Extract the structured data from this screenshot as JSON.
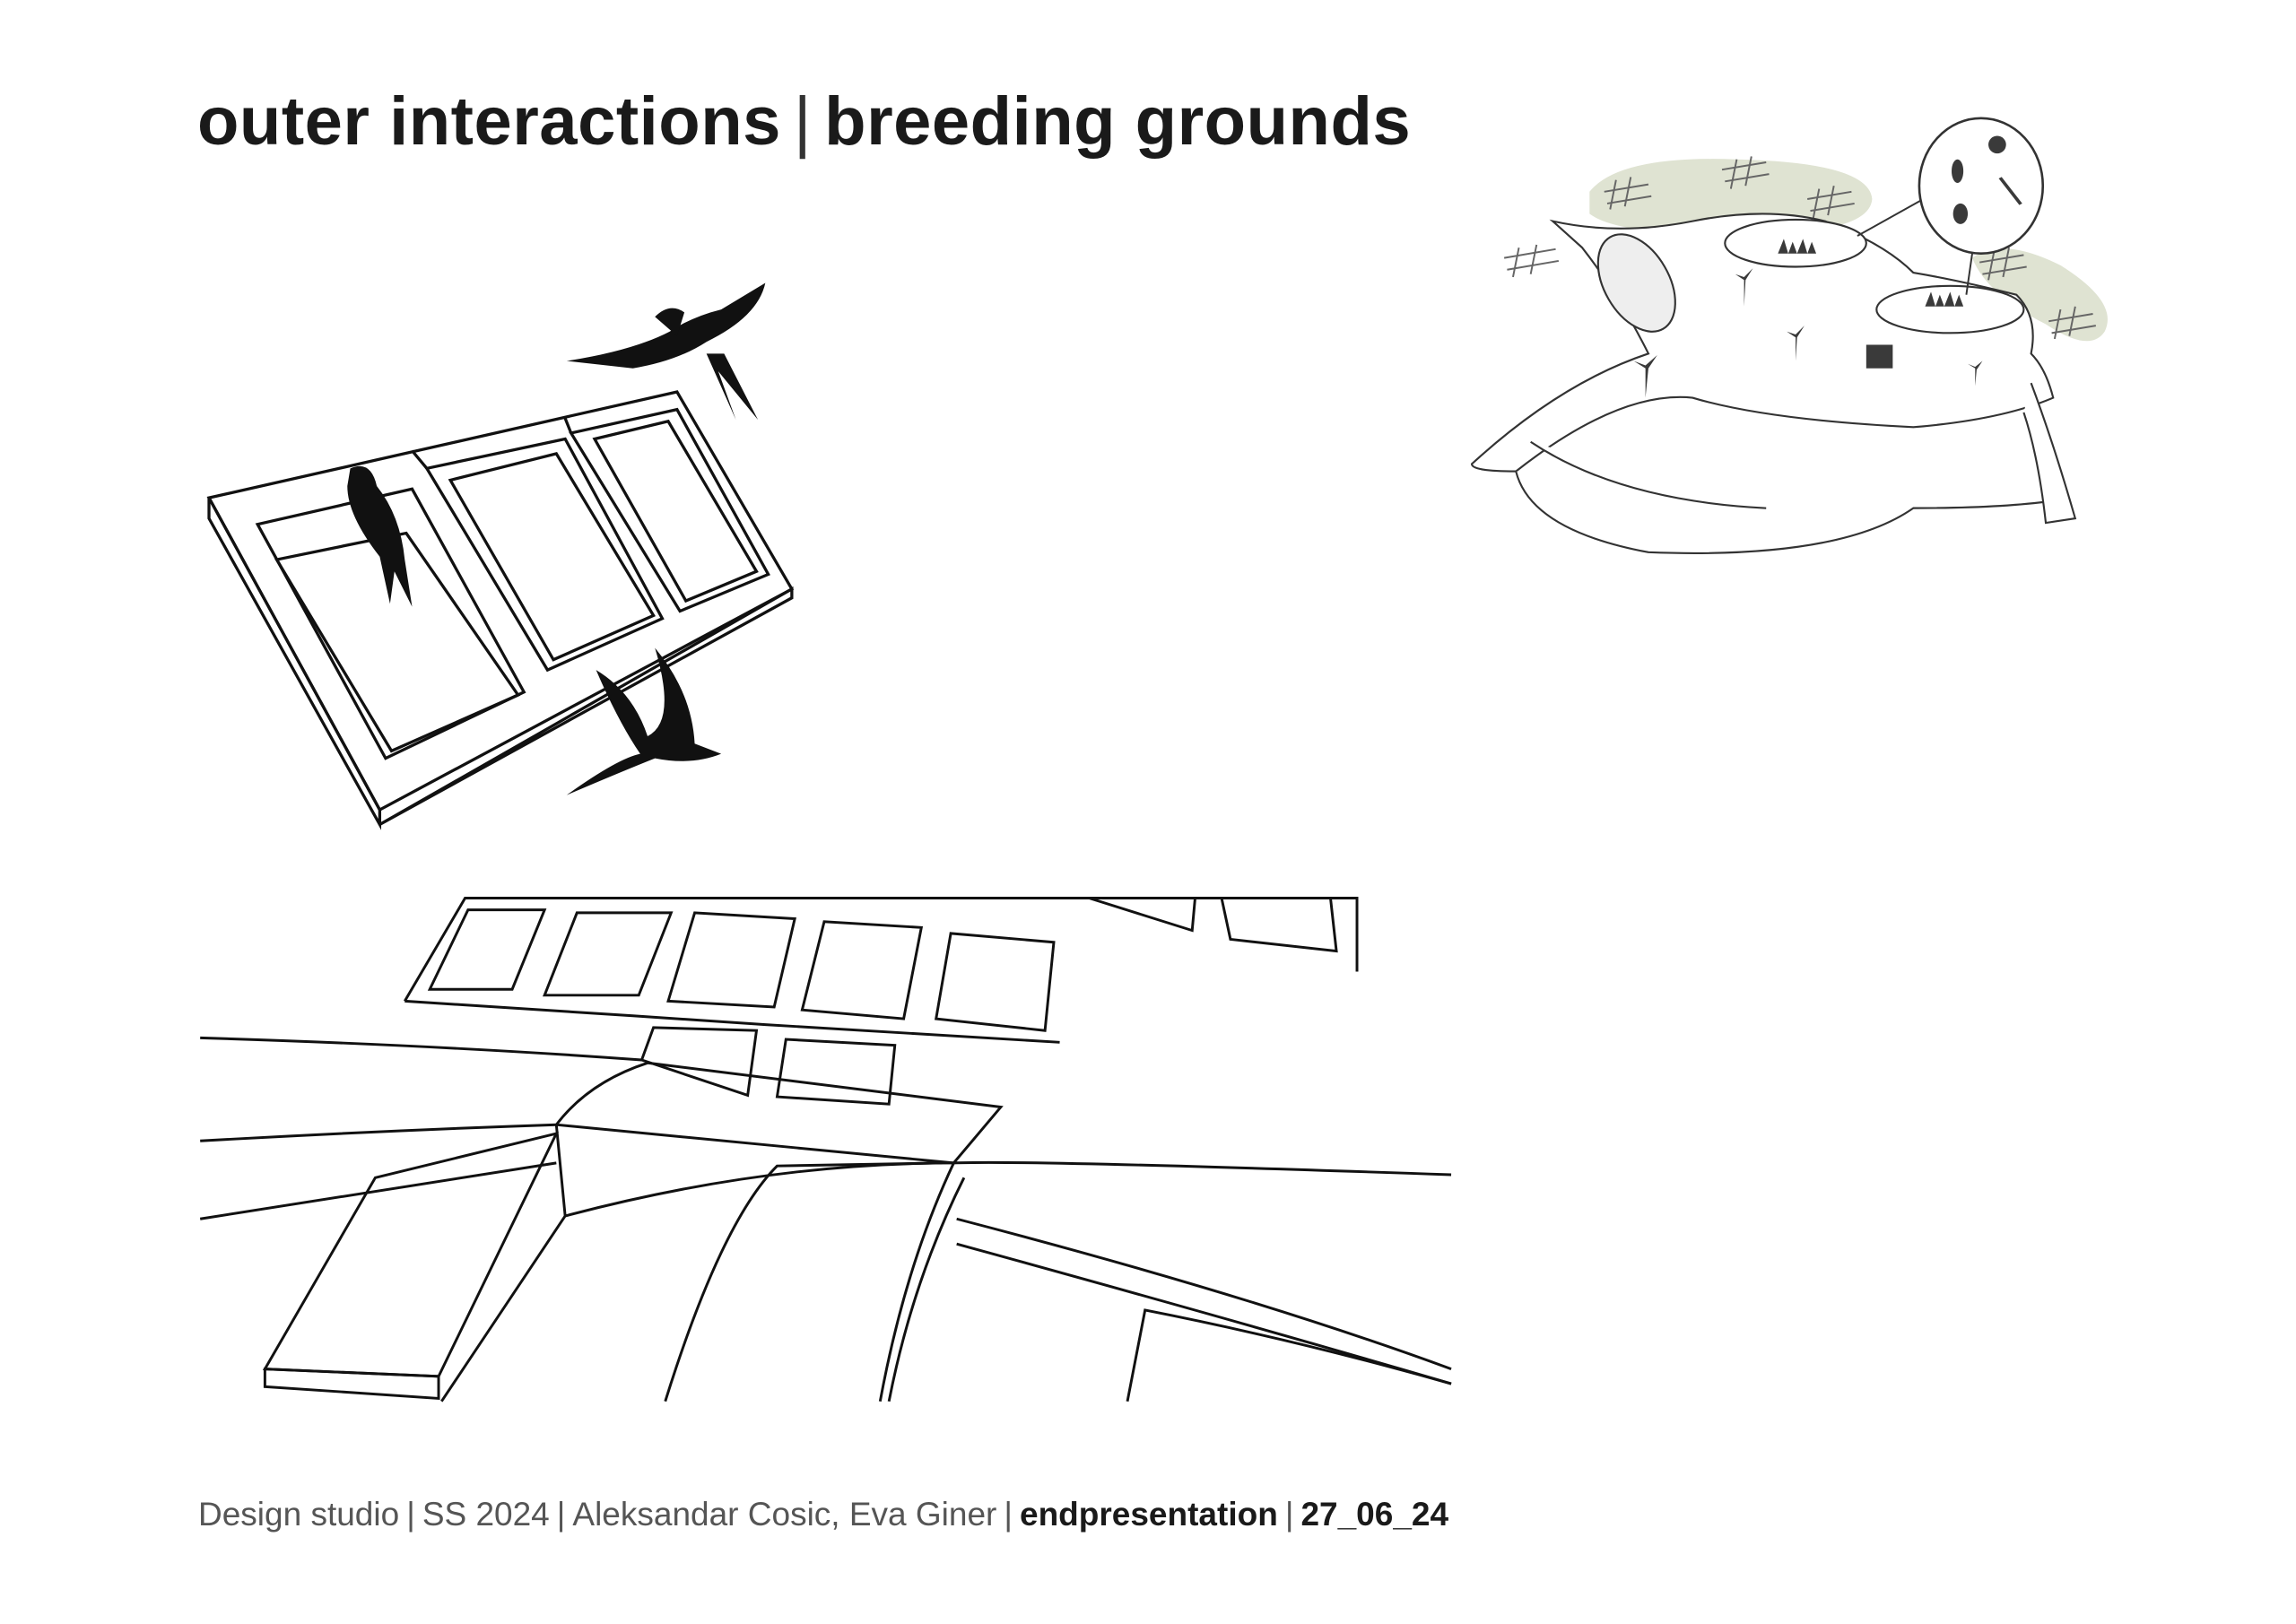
{
  "title": {
    "part1": "outer interactions",
    "separator": "|",
    "part2": "breeding grounds"
  },
  "footer": {
    "course": "Design studio",
    "semester": "SS 2024",
    "authors": "Aleksandar Cosic, Eva Giner",
    "event": "endpresentation",
    "date": "27_06_24",
    "separator": "|"
  },
  "colors": {
    "text": "#1a1a1a",
    "muted": "#555555",
    "green_patch": "#dfe3d2",
    "icon_dark": "#3a3a3a"
  }
}
